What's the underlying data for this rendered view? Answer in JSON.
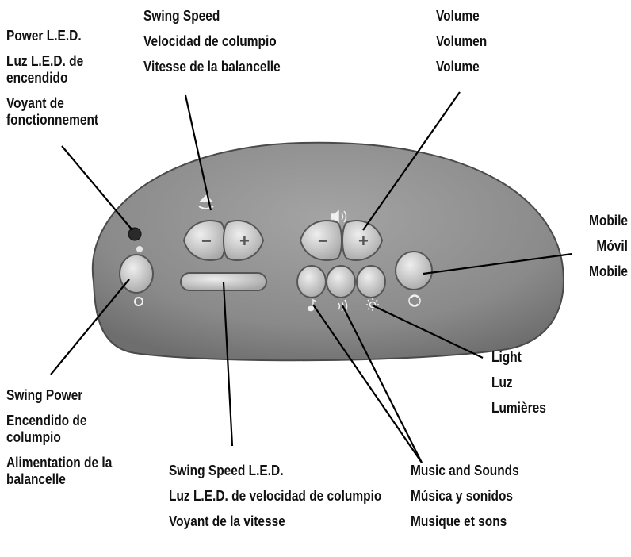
{
  "labels": {
    "power_led": [
      "Power L.E.D.",
      "Luz L.E.D. de encendido",
      "Voyant de fonctionnement"
    ],
    "swing_speed": [
      "Swing Speed",
      "Velocidad de columpio",
      "Vitesse de la balancelle"
    ],
    "volume": [
      "Volume",
      "Volumen",
      "Volume"
    ],
    "mobile": [
      "Mobile",
      "Móvil",
      "Mobile"
    ],
    "light": [
      "Light",
      "Luz",
      "Lumières"
    ],
    "swing_power": [
      "Swing Power",
      "Encendido de columpio",
      "Alimentation de la balancelle"
    ],
    "swing_speed_led": [
      "Swing Speed L.E.D.",
      "Luz L.E.D. de velocidad de columpio",
      "Voyant de la vitesse"
    ],
    "music_sounds": [
      "Music and Sounds",
      "Música y sonidos",
      "Musique et sons"
    ]
  },
  "buttons": {
    "minus": "−",
    "plus": "+"
  },
  "colors": {
    "panel": "#8c8c8c",
    "button": "#c9c9c9",
    "outline": "#5a5a5a"
  }
}
